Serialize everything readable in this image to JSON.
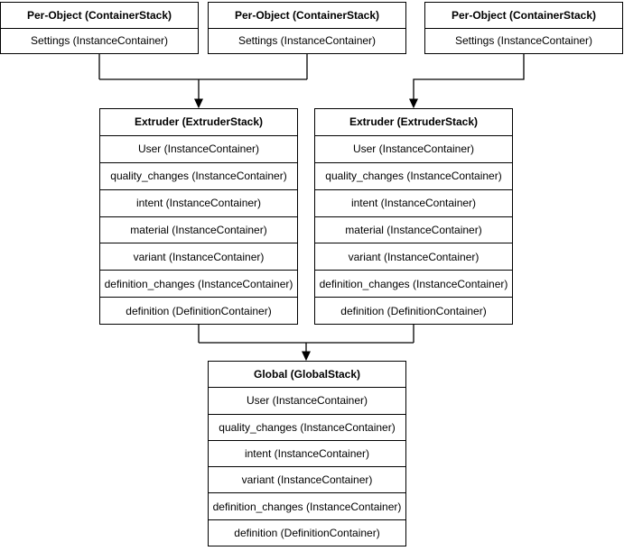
{
  "diagram": {
    "background_color": "#ffffff",
    "stroke_color": "#000000",
    "text_color": "#000000",
    "nodes": {
      "per_object_1": {
        "title": "Per-Object (ContainerStack)",
        "rows": [
          "Settings (InstanceContainer)"
        ]
      },
      "per_object_2": {
        "title": "Per-Object (ContainerStack)",
        "rows": [
          "Settings (InstanceContainer)"
        ]
      },
      "per_object_3": {
        "title": "Per-Object (ContainerStack)",
        "rows": [
          "Settings (InstanceContainer)"
        ]
      },
      "extruder_1": {
        "title": "Extruder (ExtruderStack)",
        "rows": [
          "User (InstanceContainer)",
          "quality_changes (InstanceContainer)",
          "intent (InstanceContainer)",
          "material (InstanceContainer)",
          "variant (InstanceContainer)",
          "definition_changes (InstanceContainer)",
          "definition (DefinitionContainer)"
        ]
      },
      "extruder_2": {
        "title": "Extruder (ExtruderStack)",
        "rows": [
          "User (InstanceContainer)",
          "quality_changes (InstanceContainer)",
          "intent (InstanceContainer)",
          "material (InstanceContainer)",
          "variant (InstanceContainer)",
          "definition_changes (InstanceContainer)",
          "definition (DefinitionContainer)"
        ]
      },
      "global": {
        "title": "Global (GlobalStack)",
        "rows": [
          "User (InstanceContainer)",
          "quality_changes (InstanceContainer)",
          "intent (InstanceContainer)",
          "variant (InstanceContainer)",
          "definition_changes (InstanceContainer)",
          "definition (DefinitionContainer)"
        ]
      }
    },
    "edges": [
      {
        "from": [
          "per_object_1",
          "per_object_2"
        ],
        "to": "extruder_1"
      },
      {
        "from": [
          "per_object_3"
        ],
        "to": "extruder_2"
      },
      {
        "from": [
          "extruder_1",
          "extruder_2"
        ],
        "to": "global"
      }
    ]
  }
}
